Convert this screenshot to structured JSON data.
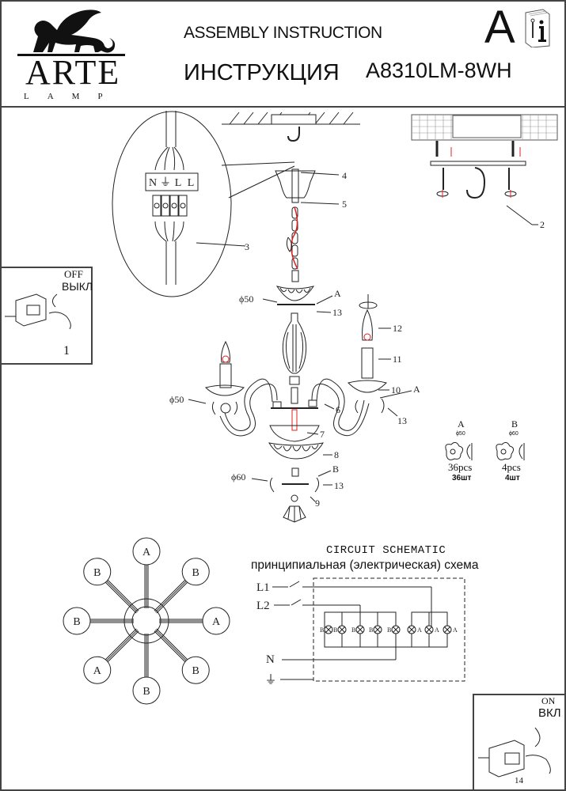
{
  "header": {
    "brand": "ARTE",
    "brand_sub": "LAMP",
    "title_en": "ASSEMBLY INSTRUCTION",
    "title_ru": "ИНСТРУКЦИЯ",
    "model": "A8310LM-8WH",
    "sheet_letter": "A",
    "manual_icon": "manual-book-icon"
  },
  "step_off": {
    "label_en": "OFF",
    "label_ru": "ВЫКЛ",
    "step_number": "1"
  },
  "step_on": {
    "label_en": "ON",
    "label_ru": "ВКЛ",
    "step_number": "14"
  },
  "callouts": {
    "c2": "2",
    "c3": "3",
    "c4": "4",
    "c5": "5",
    "c6": "6",
    "c7": "7",
    "c8": "8",
    "c9": "9",
    "c10": "10",
    "c11": "11",
    "c12": "12",
    "c13": "13",
    "phi50": "ϕ50",
    "phi60": "ϕ60",
    "A": "A",
    "B": "B"
  },
  "terminal_block": {
    "labels": [
      "N",
      "⏚",
      "L",
      "L"
    ]
  },
  "parts": {
    "a": {
      "letter": "A",
      "diameter": "ϕ50",
      "qty_en": "36pcs",
      "qty_ru": "36шт"
    },
    "b": {
      "letter": "B",
      "diameter": "ϕ60",
      "qty_en": "4pcs",
      "qty_ru": "4шт"
    }
  },
  "arm_layout": {
    "positions": [
      "A",
      "B",
      "A",
      "B",
      "B",
      "A",
      "B",
      "B"
    ]
  },
  "schematic": {
    "title_en": "CIRCUIT SCHEMATIC",
    "title_ru": "принципиальная (электрическая) схема",
    "inputs": [
      "L1",
      "L2",
      "N",
      "⏚"
    ],
    "lamps": [
      "B",
      "B",
      "B",
      "B",
      "B",
      "A",
      "A",
      "A"
    ]
  },
  "colors": {
    "line": "#222222",
    "wire_red": "#e02020",
    "border": "#444444"
  }
}
